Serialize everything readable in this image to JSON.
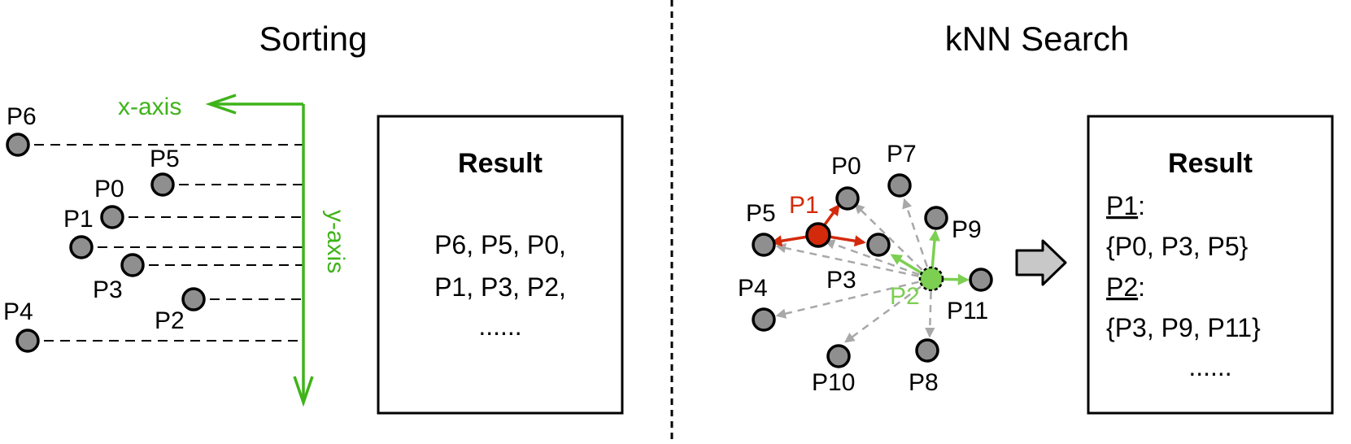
{
  "sorting": {
    "title": "Sorting",
    "x_axis_label": "x-axis",
    "y_axis_label": "y-axis",
    "points": [
      "P6",
      "P5",
      "P0",
      "P1",
      "P3",
      "P2",
      "P4"
    ],
    "result": {
      "title": "Result",
      "line1": "P6, P5, P0,",
      "line2": "P1, P3, P2,",
      "line3": "......"
    }
  },
  "knn": {
    "title": "kNN Search",
    "points": [
      "P0",
      "P7",
      "P5",
      "P1",
      "P9",
      "P3",
      "P2",
      "P11",
      "P4",
      "P10",
      "P8"
    ],
    "result": {
      "title": "Result",
      "q1": "P1",
      "q1_neighbors": "{P0, P3, P5}",
      "q2": "P2",
      "q2_neighbors": "{P3, P9, P11}",
      "more": "......"
    }
  },
  "colors": {
    "axis_green": "#3fb31a",
    "query_red": "#d42a0c",
    "query_green": "#7dcf52",
    "point_gray": "#8f8f8f",
    "arrow_gray": "#a8a8a8"
  }
}
